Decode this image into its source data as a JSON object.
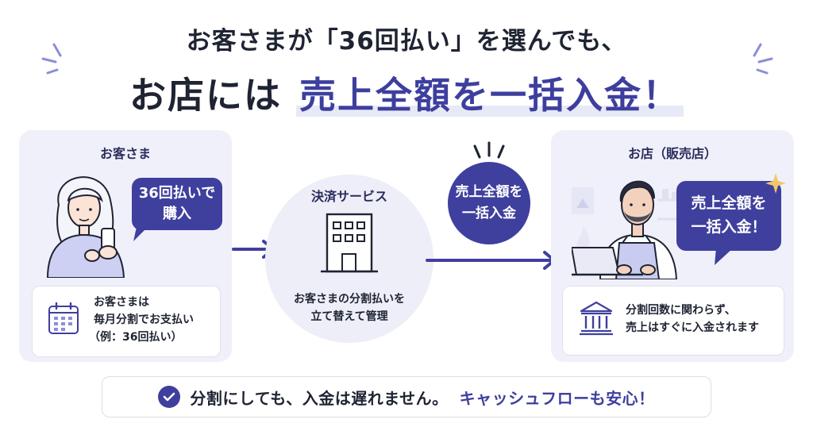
{
  "headline": {
    "line1": "お客さまが「36回払い」を選んでも、",
    "line2_prefix": "お店には",
    "line2_highlight": "売上全額を一括入金！"
  },
  "customer": {
    "title": "お客さま",
    "bubble": [
      "36回払いで",
      "購入"
    ],
    "info": [
      "お客さまは",
      "毎月分割でお支払い",
      "（例：36回払い）"
    ]
  },
  "service": {
    "title": "決済サービス",
    "text": [
      "お客さまの分割払いを",
      "立て替えて管理"
    ]
  },
  "payment": {
    "label": [
      "売上全額を",
      "一括入金"
    ]
  },
  "store": {
    "title": "お店（販売店）",
    "bubble": [
      "売上全額を",
      "一括入金！"
    ],
    "info": [
      "分割回数に関わらず、",
      "売上はすぐに入金されます"
    ]
  },
  "footer": {
    "text": "分割にしても、入金は遅れません。",
    "accent": "キャッシュフローも安心！"
  },
  "colors": {
    "accent": "#3f3f9e",
    "panel_bg": "#f0f0fa",
    "text": "#1f2433"
  }
}
